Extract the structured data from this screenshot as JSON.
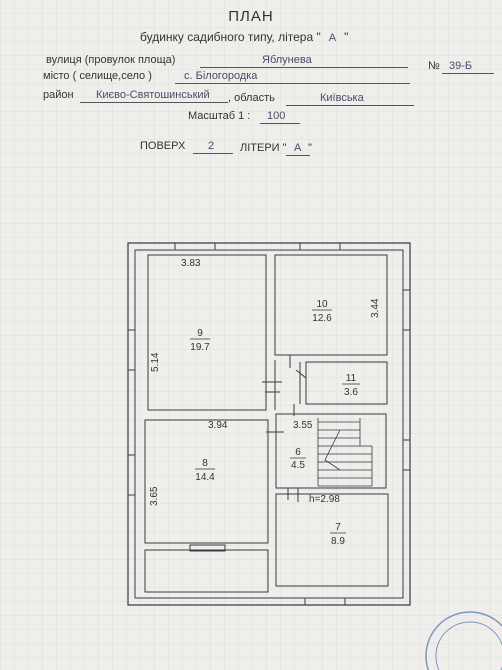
{
  "header": {
    "title": "ПЛАН",
    "subtitle_prefix": "будинку садибного типу, літера \"",
    "subtitle_letter": "А",
    "subtitle_suffix": "\""
  },
  "address": {
    "street_label": "вулиця (провулок площа)",
    "street_value": "Яблунева",
    "number_label": "№",
    "number_value": "39-Б",
    "city_label": "місто ( селище,село )",
    "city_value": "с. Білогородка",
    "district_label": "район",
    "district_value": "Києво-Святошинський",
    "region_label": ", область",
    "region_value": "Київська"
  },
  "scale": {
    "label": "Масштаб 1 :",
    "value": "100"
  },
  "floor": {
    "label": "ПОВЕРХ",
    "number": "2",
    "letter_label": "ЛІТЕРИ \"",
    "letter_value": "А",
    "letter_suffix": "\""
  },
  "rooms": [
    {
      "num": "9",
      "area": "19.7"
    },
    {
      "num": "10",
      "area": "12.6"
    },
    {
      "num": "11",
      "area": "3.6"
    },
    {
      "num": "6",
      "area": "4.5"
    },
    {
      "num": "8",
      "area": "14.4"
    },
    {
      "num": "7",
      "area": "8.9"
    }
  ],
  "dimensions": {
    "d1": "3.83",
    "d2": "5.14",
    "d3": "3.44",
    "d4": "3.94",
    "d5": "3.55",
    "d6": "3.65",
    "height": "h=2.98"
  }
}
